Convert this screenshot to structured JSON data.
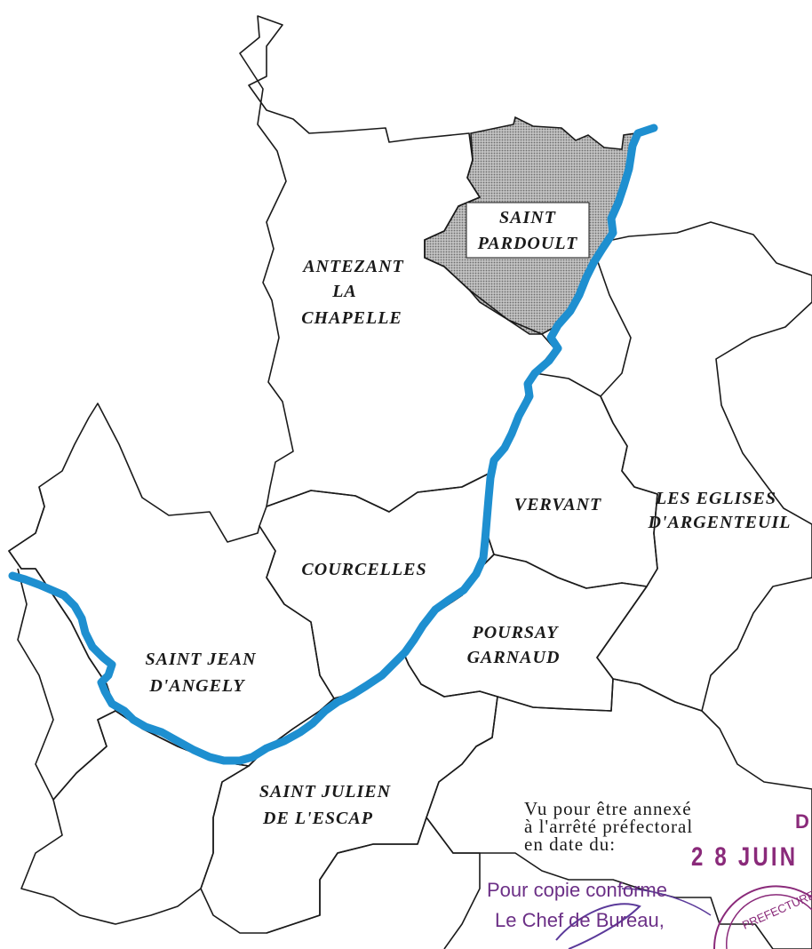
{
  "communes": {
    "saint_pardoult": [
      "SAINT",
      "PARDOULT"
    ],
    "antezant": [
      "ANTEZANT",
      "LA",
      "CHAPELLE"
    ],
    "vervant": [
      "VERVANT"
    ],
    "les_eglises": [
      "LES EGLISES",
      "D'ARGENTEUIL"
    ],
    "courcelles": [
      "COURCELLES"
    ],
    "poursay": [
      "POURSAY",
      "GARNAUD"
    ],
    "saint_jean": [
      "SAINT JEAN",
      "D'ANGELY"
    ],
    "saint_julien": [
      "SAINT JULIEN",
      "DE L'ESCAP"
    ]
  },
  "annex": {
    "line1": "Vu pour être annexé",
    "line2": "à l'arrêté préfectoral",
    "line3": "en date du:",
    "stamp_date": "2 8 JUIN",
    "stamp_letter": "D"
  },
  "copie": {
    "line1": "Pour copie conforme",
    "line2": "Le Chef de Bureau,"
  },
  "colors": {
    "river": "#1e8fd0",
    "highlight_fill": "#b5b5b5",
    "stamp": "#8a2a7a",
    "ink_purple": "#6b2f86"
  }
}
